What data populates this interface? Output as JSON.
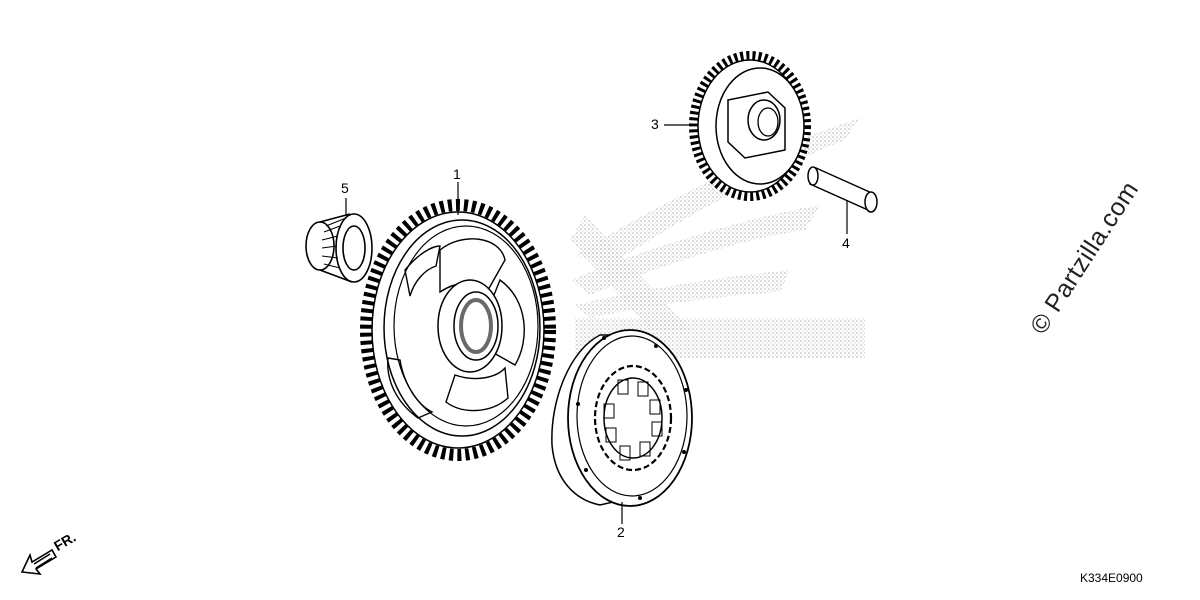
{
  "diagram": {
    "code": "K334E0900",
    "watermark": "© Partzilla.com",
    "direction_label": "FR.",
    "brand_mark": "HONDA",
    "callouts": [
      "1",
      "2",
      "3",
      "4",
      "5"
    ]
  },
  "colors": {
    "line": "#000000",
    "background": "#ffffff",
    "brand_mark": "#c8c8c8"
  }
}
